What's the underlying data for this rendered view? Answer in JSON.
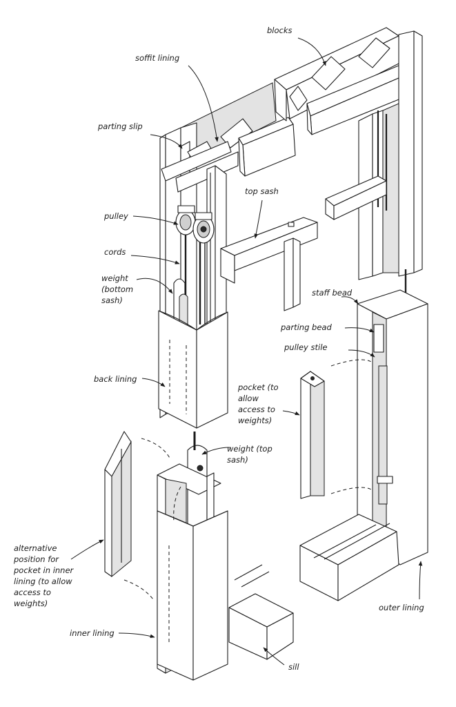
{
  "labels": {
    "blocks": "blocks",
    "soffit_lining": "soffit lining",
    "parting_slip": "parting slip",
    "top_sash": "top sash",
    "pulley": "pulley",
    "cords": "cords",
    "weight_bottom": [
      "weight",
      "(bottom",
      "sash)"
    ],
    "back_lining": "back lining",
    "staff_bead": "staff bead",
    "parting_bead": "parting bead",
    "pulley_stile": "pulley stile",
    "pocket": [
      "pocket (to",
      "allow",
      "access to",
      "weights)"
    ],
    "weight_top": [
      "weight (top",
      "sash)"
    ],
    "alternative_position": [
      "alternative",
      "position for",
      "pocket in inner",
      "lining (to allow",
      "access to",
      "weights)"
    ],
    "inner_lining": "inner lining",
    "sill": "sill",
    "outer_lining": "outer lining"
  }
}
